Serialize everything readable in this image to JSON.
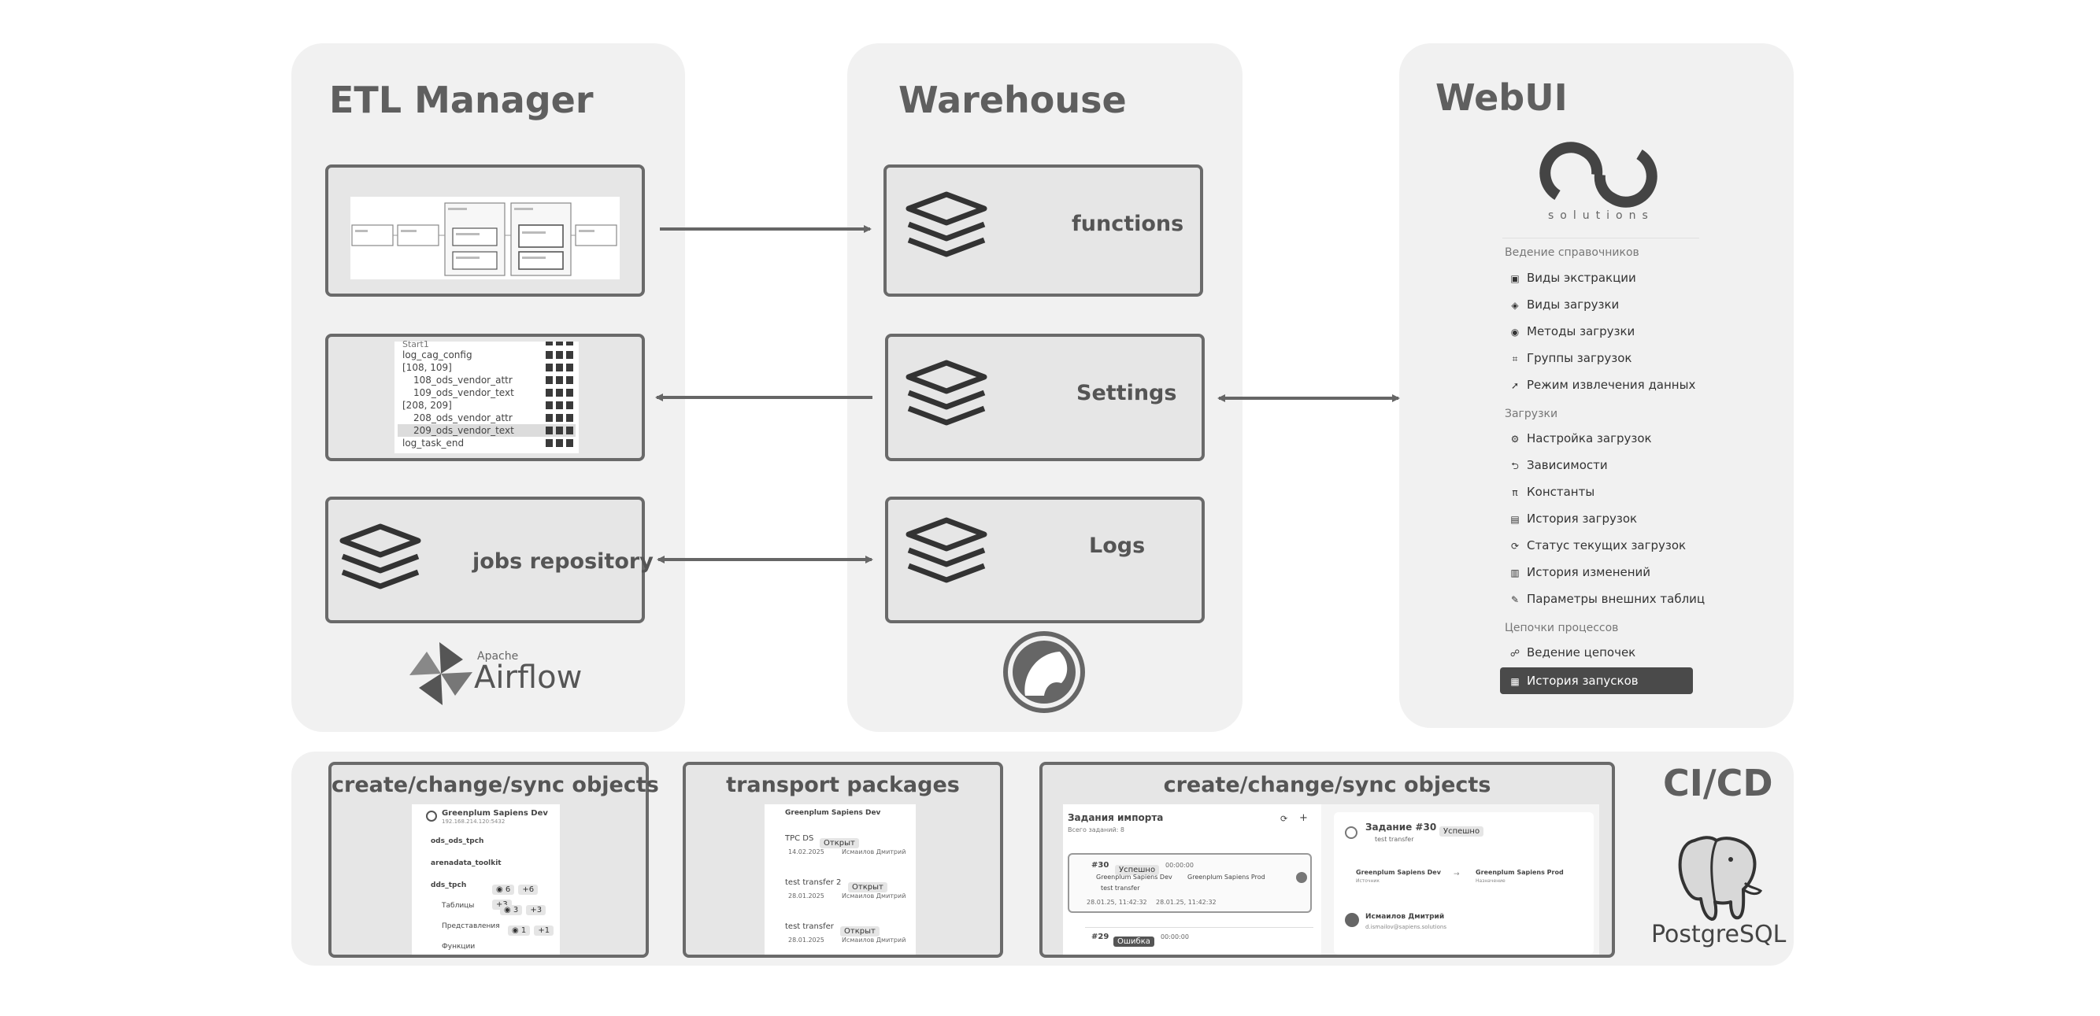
{
  "panels": {
    "etl": {
      "title": "ETL Manager"
    },
    "warehouse": {
      "title": "Warehouse"
    },
    "webui": {
      "title": "WebUI"
    },
    "cicd": {
      "title": "CI/CD"
    }
  },
  "etl": {
    "jobs_repository_label": "jobs repository",
    "config_list": [
      "Start1",
      "log_cag_config",
      "[108, 109]",
      "108_ods_vendor_attr",
      "109_ods_vendor_text",
      "[208, 209]",
      "208_ods_vendor_attr",
      "209_ods_vendor_text",
      "log_task_end"
    ],
    "airflow_logo": {
      "small": "Apache",
      "big": "Airflow"
    }
  },
  "warehouse": {
    "functions_label": "functions",
    "settings_label": "Settings",
    "logs_label": "Logs"
  },
  "webui": {
    "logo_text": "solutions",
    "sections": [
      {
        "heading": "Ведение справочников",
        "items": [
          {
            "label": "Виды экстракции",
            "icon": "▣"
          },
          {
            "label": "Виды загрузки",
            "icon": "◈"
          },
          {
            "label": "Методы загрузки",
            "icon": "◉"
          },
          {
            "label": "Группы загрузок",
            "icon": "⌗"
          },
          {
            "label": "Режим извлечения данных",
            "icon": "➚"
          }
        ]
      },
      {
        "heading": "Загрузки",
        "items": [
          {
            "label": "Настройка загрузок",
            "icon": "⚙"
          },
          {
            "label": "Зависимости",
            "icon": "⮌"
          },
          {
            "label": "Константы",
            "icon": "π"
          },
          {
            "label": "История загрузок",
            "icon": "▤"
          },
          {
            "label": "Статус текущих загрузок",
            "icon": "⟳"
          },
          {
            "label": "История изменений",
            "icon": "▥"
          },
          {
            "label": "Параметры внешних таблиц",
            "icon": "✎"
          }
        ]
      },
      {
        "heading": "Цепочки процессов",
        "items": [
          {
            "label": "Ведение цепочек",
            "icon": "☍"
          },
          {
            "label": "История запусков",
            "icon": "▦",
            "active": true
          }
        ]
      }
    ]
  },
  "cicd": {
    "box1_title": "create/change/sync objects",
    "box2_title": "transport packages",
    "box3_title": "create/change/sync objects",
    "postgres_logo": "PostgreSQL",
    "tree": {
      "header": "Greenplum Sapiens Dev",
      "header_sub": "192.168.214.120:5432",
      "rows": [
        "ods_ods_tpch",
        "arenadata_toolkit",
        "dds_tpch",
        "Таблицы",
        "Представления",
        "Функции"
      ]
    },
    "packages": {
      "header": "Greenplum Sapiens Dev",
      "items": [
        {
          "name": "TPC DS",
          "status": "Открыт",
          "date": "14.02.2025",
          "user": "Исмаилов Дмитрий"
        },
        {
          "name": "test transfer 2",
          "status": "Открыт",
          "date": "28.01.2025",
          "user": "Исмаилов Дмитрий"
        },
        {
          "name": "test transfer",
          "status": "Открыт",
          "date": "28.01.2025",
          "user": "Исмаилов Дмитрий"
        }
      ]
    },
    "import": {
      "title": "Задания импорта",
      "subtitle": "Всего заданий: 8",
      "job1": {
        "id": "#30",
        "status": "Успешно",
        "time": "00:00:00",
        "from": "Greenplum Sapiens Dev",
        "to": "Greenplum Sapiens Prod",
        "name": "test transfer",
        "started": "28.01.25, 11:42:32",
        "ended": "28.01.25, 11:42:32"
      },
      "job2": {
        "id": "#29",
        "status": "Ошибка",
        "time": "00:00:00"
      },
      "detail": {
        "title": "Задание #30",
        "status": "Успешно",
        "name": "test transfer",
        "source": "Greenplum Sapiens Dev",
        "source_label": "Источник",
        "target": "Greenplum Sapiens Prod",
        "target_label": "Назначение",
        "user": "Исмаилов Дмитрий",
        "email": "d.ismailov@sapiens.solutions"
      }
    }
  }
}
